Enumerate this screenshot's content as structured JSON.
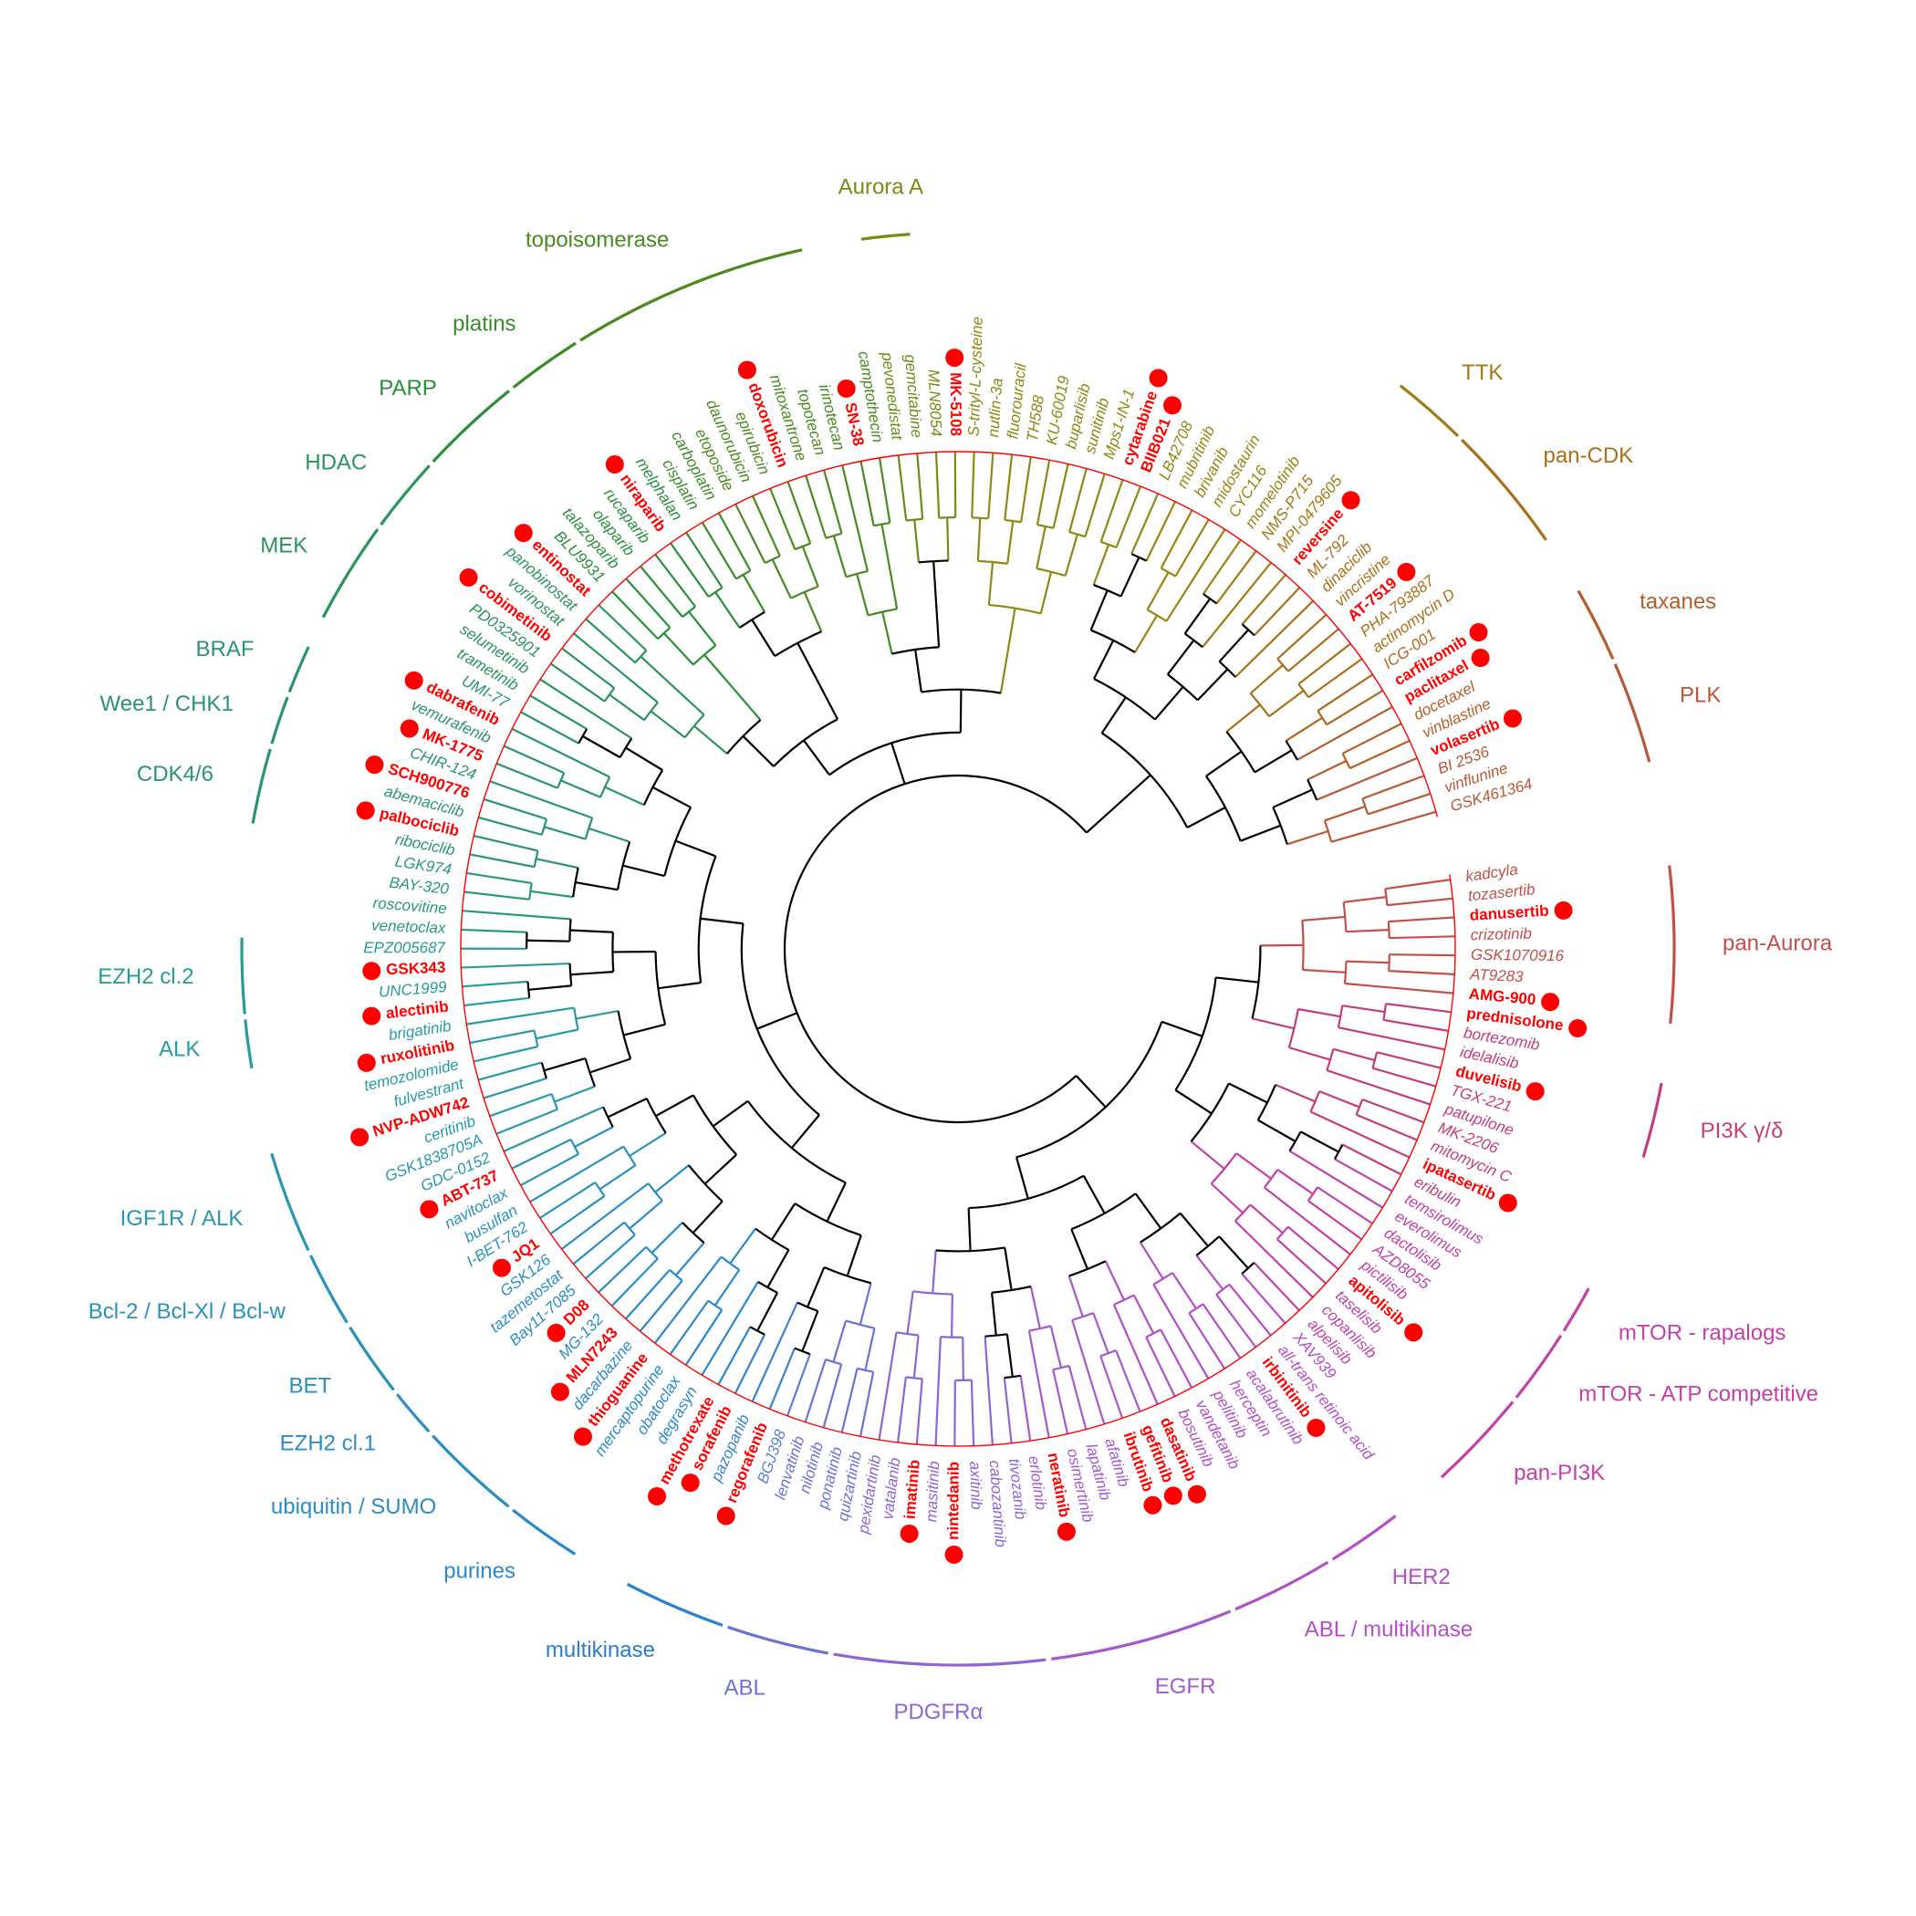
{
  "colors": {
    "tree": "#000000",
    "highlight": "#ff0000",
    "marker": "#ff0000"
  },
  "leaves": [
    {
      "name": "kadcyla",
      "color": "#c0504a"
    },
    {
      "name": "tozasertib",
      "color": "#c0504a"
    },
    {
      "name": "danusertib",
      "color": "#c0504a",
      "mark": true,
      "std": true
    },
    {
      "name": "crizotinib",
      "color": "#c0504a"
    },
    {
      "name": "GSK1070916",
      "color": "#c0504a"
    },
    {
      "name": "AT9283",
      "color": "#c0504a"
    },
    {
      "name": "AMG-900",
      "color": "#c0504a",
      "mark": true,
      "std": true
    },
    {
      "name": "prednisolone",
      "color": "#c53c7a",
      "mark": true,
      "std": true
    },
    {
      "name": "bortezomib",
      "color": "#c53c7a"
    },
    {
      "name": "idelalisib",
      "color": "#c53c7a"
    },
    {
      "name": "duvelisib",
      "color": "#c53c7a",
      "mark": true,
      "std": true
    },
    {
      "name": "TGX-221",
      "color": "#c53c7a"
    },
    {
      "name": "patupilone",
      "color": "#c53c7a"
    },
    {
      "name": "MK-2206",
      "color": "#c53c7a"
    },
    {
      "name": "mitomycin C",
      "color": "#c53c7a"
    },
    {
      "name": "ipatasertib",
      "color": "#c53c7a",
      "mark": true,
      "std": true
    },
    {
      "name": "eribulin",
      "color": "#c53c7a"
    },
    {
      "name": "temsirolimus",
      "color": "#c340a6"
    },
    {
      "name": "everolimus",
      "color": "#c340a6"
    },
    {
      "name": "dactolisib",
      "color": "#c340a6"
    },
    {
      "name": "AZD8055",
      "color": "#c340a6"
    },
    {
      "name": "pictilisib",
      "color": "#c340a6"
    },
    {
      "name": "apitolisib",
      "color": "#c340a6",
      "mark": true,
      "std": true
    },
    {
      "name": "taselisib",
      "color": "#c340a6"
    },
    {
      "name": "copanlisib",
      "color": "#c340a6"
    },
    {
      "name": "alpelisib",
      "color": "#c340a6"
    },
    {
      "name": "XAV939",
      "color": "#b44ec8"
    },
    {
      "name": "all-trans retinoic acid",
      "color": "#b44ec8"
    },
    {
      "name": "irbinitinib",
      "color": "#b44ec8",
      "mark": true,
      "std": true
    },
    {
      "name": "acalabrutinib",
      "color": "#b44ec8"
    },
    {
      "name": "herceptin",
      "color": "#b44ec8"
    },
    {
      "name": "pelitinib",
      "color": "#b44ec8"
    },
    {
      "name": "vandetanib",
      "color": "#b44ec8"
    },
    {
      "name": "bosutinib",
      "color": "#b44ec8"
    },
    {
      "name": "dasatinib",
      "color": "#b44ec8",
      "mark": true,
      "std": true
    },
    {
      "name": "gefitinib",
      "color": "#a35ad0",
      "mark": true,
      "std": true
    },
    {
      "name": "ibrutinib",
      "color": "#a35ad0",
      "mark": true,
      "std": true
    },
    {
      "name": "afatinib",
      "color": "#a35ad0"
    },
    {
      "name": "lapatinib",
      "color": "#a35ad0"
    },
    {
      "name": "osimertinib",
      "color": "#a35ad0"
    },
    {
      "name": "neratinib",
      "color": "#a35ad0",
      "mark": true,
      "std": true
    },
    {
      "name": "erlotinib",
      "color": "#a35ad0"
    },
    {
      "name": "tivozanib",
      "color": "#8a66d6"
    },
    {
      "name": "cabozantinib",
      "color": "#8a66d6"
    },
    {
      "name": "axitinib",
      "color": "#8a66d6"
    },
    {
      "name": "nintedanib",
      "color": "#8a66d6",
      "mark": true,
      "std": true
    },
    {
      "name": "masitinib",
      "color": "#8a66d6"
    },
    {
      "name": "imatinib",
      "color": "#8a66d6",
      "mark": true,
      "std": true
    },
    {
      "name": "vatalanib",
      "color": "#8a66d6"
    },
    {
      "name": "pexidartinib",
      "color": "#8a66d6"
    },
    {
      "name": "quizartinib",
      "color": "#6a72d6"
    },
    {
      "name": "ponatinib",
      "color": "#6a72d6"
    },
    {
      "name": "nilotinib",
      "color": "#6a72d6"
    },
    {
      "name": "lenvatinib",
      "color": "#6a72d6"
    },
    {
      "name": "BGJ398",
      "color": "#5a7fd4"
    },
    {
      "name": "regorafenib",
      "color": "#3a82d0",
      "mark": true,
      "std": true
    },
    {
      "name": "pazopanib",
      "color": "#3a82d0"
    },
    {
      "name": "sorafenib",
      "color": "#3a82d0",
      "mark": true,
      "std": true
    },
    {
      "name": "methotrexate",
      "color": "#2a88cc",
      "mark": true,
      "std": true
    },
    {
      "name": "degrasyn",
      "color": "#2a88cc"
    },
    {
      "name": "obatoclax",
      "color": "#2a88cc"
    },
    {
      "name": "mercaptopurine",
      "color": "#2a88cc"
    },
    {
      "name": "thioguanine",
      "color": "#2a88cc",
      "mark": true,
      "std": true
    },
    {
      "name": "dacarbazine",
      "color": "#2a88cc"
    },
    {
      "name": "MLN7243",
      "color": "#2a88cc",
      "mark": true,
      "std": true
    },
    {
      "name": "MG-132",
      "color": "#2a8ec4"
    },
    {
      "name": "D08",
      "color": "#2a8ec4",
      "mark": true,
      "std": true
    },
    {
      "name": "Bay11-7085",
      "color": "#2a8ec4"
    },
    {
      "name": "tazemetostat",
      "color": "#2a8ec4"
    },
    {
      "name": "GSK126",
      "color": "#2a8ec4"
    },
    {
      "name": "JQ1",
      "color": "#2893b8",
      "mark": true,
      "std": true
    },
    {
      "name": "I-BET-762",
      "color": "#2893b8"
    },
    {
      "name": "busulfan",
      "color": "#2893b8"
    },
    {
      "name": "navitoclax",
      "color": "#2893b8"
    },
    {
      "name": "ABT-737",
      "color": "#2893b8",
      "mark": true,
      "std": true
    },
    {
      "name": "GDC-0152",
      "color": "#2898ac"
    },
    {
      "name": "GSK1838705A",
      "color": "#2898ac"
    },
    {
      "name": "ceritinib",
      "color": "#2898ac"
    },
    {
      "name": "NVP-ADW742",
      "color": "#2898ac",
      "mark": true,
      "std": true
    },
    {
      "name": "fulvestrant",
      "color": "#289ca0"
    },
    {
      "name": "temozolomide",
      "color": "#289ca0"
    },
    {
      "name": "ruxolitinib",
      "color": "#289ca0",
      "mark": true,
      "std": true
    },
    {
      "name": "brigatinib",
      "color": "#289ca0"
    },
    {
      "name": "alectinib",
      "color": "#289ca0",
      "mark": true,
      "std": true
    },
    {
      "name": "UNC1999",
      "color": "#289c90"
    },
    {
      "name": "GSK343",
      "color": "#289c90",
      "mark": true,
      "std": true
    },
    {
      "name": "EPZ005687",
      "color": "#289c90"
    },
    {
      "name": "venetoclax",
      "color": "#28987c"
    },
    {
      "name": "roscovitine",
      "color": "#28987c"
    },
    {
      "name": "BAY-320",
      "color": "#28987c"
    },
    {
      "name": "LGK974",
      "color": "#28987c"
    },
    {
      "name": "ribociclib",
      "color": "#2a9470"
    },
    {
      "name": "palbociclib",
      "color": "#2a9470",
      "mark": true,
      "std": true
    },
    {
      "name": "abemaciclib",
      "color": "#2a9470"
    },
    {
      "name": "SCH900776",
      "color": "#2a9470",
      "mark": true,
      "std": true
    },
    {
      "name": "CHIR-124",
      "color": "#2a9470"
    },
    {
      "name": "MK-1775",
      "color": "#2a9470",
      "mark": true,
      "std": true
    },
    {
      "name": "vemurafenib",
      "color": "#2a9470"
    },
    {
      "name": "dabrafenib",
      "color": "#2a9470",
      "mark": true,
      "std": true
    },
    {
      "name": "UMI-77",
      "color": "#2a9470"
    },
    {
      "name": "trametinib",
      "color": "#2a945c"
    },
    {
      "name": "selumetinib",
      "color": "#2a945c"
    },
    {
      "name": "PD0325901",
      "color": "#2a945c"
    },
    {
      "name": "cobimetinib",
      "color": "#2a945c",
      "mark": true,
      "std": true
    },
    {
      "name": "vorinostat",
      "color": "#2a945c"
    },
    {
      "name": "panobinostat",
      "color": "#2a945c"
    },
    {
      "name": "entinostat",
      "color": "#2a945c",
      "mark": true,
      "std": true
    },
    {
      "name": "BLU9931",
      "color": "#2a8f3a"
    },
    {
      "name": "talazoparib",
      "color": "#2a8f3a"
    },
    {
      "name": "olaparib",
      "color": "#2a8f3a"
    },
    {
      "name": "rucaparib",
      "color": "#2a8f3a"
    },
    {
      "name": "niraparib",
      "color": "#2a8f3a",
      "mark": true,
      "std": true
    },
    {
      "name": "melphalan",
      "color": "#2a8f3a"
    },
    {
      "name": "cisplatin",
      "color": "#3a8c28"
    },
    {
      "name": "carboplatin",
      "color": "#3a8c28"
    },
    {
      "name": "etoposide",
      "color": "#4a8a20"
    },
    {
      "name": "daunorubicin",
      "color": "#4a8a20"
    },
    {
      "name": "epirubicin",
      "color": "#4a8a20"
    },
    {
      "name": "doxorubicin",
      "color": "#4a8a20",
      "mark": true,
      "std": true
    },
    {
      "name": "mitoxantrone",
      "color": "#4a8a20"
    },
    {
      "name": "topotecan",
      "color": "#4a8a20"
    },
    {
      "name": "irinotecan",
      "color": "#4a8a20"
    },
    {
      "name": "SN-38",
      "color": "#4a8a20",
      "mark": true,
      "std": true
    },
    {
      "name": "camptothecin",
      "color": "#4a8a20"
    },
    {
      "name": "pevonedistat",
      "color": "#6a8c18"
    },
    {
      "name": "gemcitabine",
      "color": "#6a8c18"
    },
    {
      "name": "MLN8054",
      "color": "#7a8a14"
    },
    {
      "name": "MK-5108",
      "color": "#7a8a14",
      "mark": true,
      "std": true
    },
    {
      "name": "S-trityl-L-cysteine",
      "color": "#8a8a14"
    },
    {
      "name": "nutlin-3a",
      "color": "#8a8a14"
    },
    {
      "name": "fluorouracil",
      "color": "#8a8a14"
    },
    {
      "name": "TH588",
      "color": "#8a8a14"
    },
    {
      "name": "KU-60019",
      "color": "#8a8a14"
    },
    {
      "name": "buparlisib",
      "color": "#8a8a14"
    },
    {
      "name": "sunitinib",
      "color": "#8a8a14"
    },
    {
      "name": "Mps1-IN-1",
      "color": "#8a8a14"
    },
    {
      "name": "cytarabine",
      "color": "#8a8a14",
      "mark": true,
      "std": true
    },
    {
      "name": "BIIB021",
      "color": "#8a8a14",
      "mark": true,
      "std": true
    },
    {
      "name": "LB42708",
      "color": "#8a8a14"
    },
    {
      "name": "mubritinib",
      "color": "#9a8414"
    },
    {
      "name": "brivanib",
      "color": "#9a8414"
    },
    {
      "name": "midostaurin",
      "color": "#9a8414"
    },
    {
      "name": "CYC116",
      "color": "#9a8414"
    },
    {
      "name": "momelotinib",
      "color": "#9a8414"
    },
    {
      "name": "NMS-P715",
      "color": "#a07a14"
    },
    {
      "name": "MPI-0479605",
      "color": "#a07a14"
    },
    {
      "name": "reversine",
      "color": "#a07a14",
      "mark": true,
      "std": true
    },
    {
      "name": "ML-792",
      "color": "#a87018"
    },
    {
      "name": "dinaciclib",
      "color": "#a87018"
    },
    {
      "name": "vincristine",
      "color": "#a87018"
    },
    {
      "name": "AT-7519",
      "color": "#a87018",
      "mark": true,
      "std": true
    },
    {
      "name": "PHA-793887",
      "color": "#a87018"
    },
    {
      "name": "actinomycin D",
      "color": "#a87018"
    },
    {
      "name": "ICG-001",
      "color": "#ae6620"
    },
    {
      "name": "carfilzomib",
      "color": "#ae6620",
      "mark": true,
      "std": true
    },
    {
      "name": "paclitaxel",
      "color": "#b45e2a",
      "mark": true,
      "std": true
    },
    {
      "name": "docetaxel",
      "color": "#b45e2a"
    },
    {
      "name": "vinblastine",
      "color": "#b45e2a"
    },
    {
      "name": "volasertib",
      "color": "#b85838",
      "mark": true,
      "std": true
    },
    {
      "name": "BI 2536",
      "color": "#b85838"
    },
    {
      "name": "vinflunine",
      "color": "#b85838"
    },
    {
      "name": "GSK461364",
      "color": "#b85838"
    }
  ],
  "groups": [
    {
      "label": "pan-Aurora",
      "start": 1,
      "end": 6,
      "color": "#c0504a"
    },
    {
      "label": "PI3K γ/δ",
      "start": 9,
      "end": 11,
      "color": "#c53c7a"
    },
    {
      "label": "mTOR - rapalogs",
      "start": 17,
      "end": 18,
      "color": "#c340a6"
    },
    {
      "label": "mTOR - ATP competitive",
      "start": 19,
      "end": 21,
      "color": "#c340a6"
    },
    {
      "label": "pan-PI3K",
      "start": 22,
      "end": 25,
      "color": "#c340a6"
    },
    {
      "label": "HER2",
      "start": 28,
      "end": 30,
      "color": "#b44ec8"
    },
    {
      "label": "ABL / multikinase",
      "start": 31,
      "end": 34,
      "color": "#b44ec8"
    },
    {
      "label": "EGFR",
      "start": 35,
      "end": 41,
      "color": "#a35ad0"
    },
    {
      "label": "PDGFRα",
      "start": 42,
      "end": 49,
      "color": "#8a66d6"
    },
    {
      "label": "ABL",
      "start": 50,
      "end": 53,
      "color": "#6a72d6"
    },
    {
      "label": "multikinase",
      "start": 54,
      "end": 57,
      "color": "#2a7fcc"
    },
    {
      "label": "purines",
      "start": 60,
      "end": 62,
      "color": "#2a88cc"
    },
    {
      "label": "ubiquitin / SUMO",
      "start": 63,
      "end": 66,
      "color": "#2a8ec4"
    },
    {
      "label": "EZH2 cl.1",
      "start": 67,
      "end": 68,
      "color": "#2a8ec4"
    },
    {
      "label": "BET",
      "start": 69,
      "end": 71,
      "color": "#2893b8"
    },
    {
      "label": "Bcl-2 / Bcl-Xl / Bcl-w",
      "start": 72,
      "end": 74,
      "color": "#2893b8"
    },
    {
      "label": "IGF1R / ALK",
      "start": 75,
      "end": 78,
      "color": "#2898ac"
    },
    {
      "label": "ALK",
      "start": 82,
      "end": 83,
      "color": "#289ca0"
    },
    {
      "label": "EZH2 cl.2",
      "start": 84,
      "end": 86,
      "color": "#289c90"
    },
    {
      "label": "CDK4/6",
      "start": 91,
      "end": 93,
      "color": "#2a9470"
    },
    {
      "label": "Wee1 / CHK1",
      "start": 94,
      "end": 95,
      "color": "#2a9470"
    },
    {
      "label": "BRAF",
      "start": 96,
      "end": 97,
      "color": "#2a9470"
    },
    {
      "label": "MEK",
      "start": 99,
      "end": 102,
      "color": "#2a945c"
    },
    {
      "label": "HDAC",
      "start": 103,
      "end": 105,
      "color": "#2a945c"
    },
    {
      "label": "PARP",
      "start": 106,
      "end": 109,
      "color": "#2a8f3a"
    },
    {
      "label": "platins",
      "start": 110,
      "end": 112,
      "color": "#3a8c28"
    },
    {
      "label": "topoisomerase",
      "start": 113,
      "end": 121,
      "color": "#4a8a20"
    },
    {
      "label": "Aurora A",
      "start": 124,
      "end": 125,
      "color": "#7a8a14"
    },
    {
      "label": "TTK",
      "start": 145,
      "end": 147,
      "color": "#a07a14"
    },
    {
      "label": "pan-CDK",
      "start": 148,
      "end": 152,
      "color": "#a87018"
    },
    {
      "label": "taxanes",
      "start": 155,
      "end": 157,
      "color": "#b45e2a"
    },
    {
      "label": "PLK",
      "start": 158,
      "end": 161,
      "color": "#b85838"
    }
  ]
}
